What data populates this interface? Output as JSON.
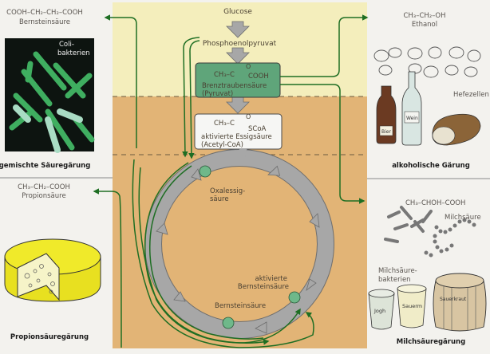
{
  "center": {
    "glucose": "Glucose",
    "pep": "Phosphoenolpyruvat",
    "pyruvate": {
      "formula_left": "CH₃–C",
      "formula_top": "O",
      "formula_right": "COOH",
      "name": "Brenztraubensäure",
      "alt": "(Pyruvat)"
    },
    "acetyl": {
      "formula_left": "CH₃–C",
      "formula_top": "O",
      "formula_right": "SCoA",
      "name": "aktivierte Essigsäure",
      "alt": "(Acetyl-CoA)"
    },
    "cycle": {
      "oxaloacetate_1": "Oxalessig-",
      "oxaloacetate_2": "säure",
      "succinyl_1": "aktivierte",
      "succinyl_2": "Bernsteinsäure",
      "succinate": "Bernsteinsäure"
    }
  },
  "panels": {
    "top_left": {
      "formula": "COOH–CH₂–CH₂–COOH",
      "product": "Bernsteinsäure",
      "image_label_1": "Coli-",
      "image_label_2": "bakterien",
      "title": "gemischte Säuregärung"
    },
    "bottom_left": {
      "formula": "CH₃–CH₂–COOH",
      "product": "Propionsäure",
      "title": "Propionsäuregärung"
    },
    "top_right": {
      "formula": "CH₃–CH₂–OH",
      "product": "Ethanol",
      "yeast_label": "Hefezellen",
      "beer_label": "Bier",
      "wine_label": "Wein",
      "title": "alkoholische Gärung"
    },
    "bottom_right": {
      "formula": "CH₃–CHOH–COOH",
      "product": "Milchsäure",
      "bacteria_label_1": "Milchsäure-",
      "bacteria_label_2": "bakterien",
      "jar1_label": "Jogh",
      "jar2_label": "Sauerm",
      "barrel_label": "Sauerkraut",
      "title": "Milchsäuregärung"
    }
  },
  "colors": {
    "cytoplasm": "#f4eebc",
    "mitochondrion": "#e2b476",
    "pathway_green": "#1e6e23",
    "pyruvate_box": "#5fa57a",
    "arrow_gray": "#a7a7a7",
    "panel_bg": "#f3f2ee"
  }
}
